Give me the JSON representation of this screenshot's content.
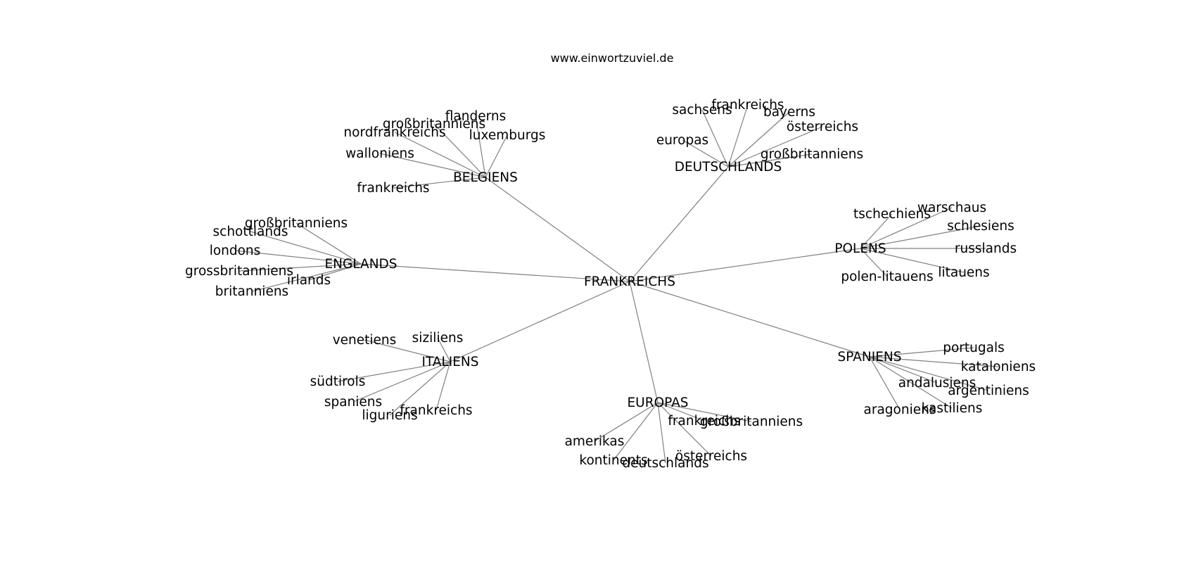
{
  "header": {
    "site": "www.einwortzuviel.de"
  },
  "graph": {
    "root": "FRANKREICHS",
    "clusters": [
      {
        "hub": "BELGIENS",
        "leaves": [
          "flanderns",
          "großbritanniens",
          "nordfrankreichs",
          "luxemburgs",
          "walloniens",
          "frankreichs"
        ]
      },
      {
        "hub": "DEUTSCHLANDS",
        "leaves": [
          "frankreichs",
          "sachsens",
          "bayerns",
          "österreichs",
          "europas",
          "großbritanniens"
        ]
      },
      {
        "hub": "ENGLANDS",
        "leaves": [
          "großbritanniens",
          "schottlands",
          "londons",
          "grossbritanniens",
          "irlands",
          "britanniens"
        ]
      },
      {
        "hub": "POLENS",
        "leaves": [
          "warschaus",
          "tschechiens",
          "schlesiens",
          "russlands",
          "litauens",
          "polen-litauens"
        ]
      },
      {
        "hub": "ITALIENS",
        "leaves": [
          "siziliens",
          "venetiens",
          "südtirols",
          "spaniens",
          "liguriens",
          "frankreichs"
        ]
      },
      {
        "hub": "SPANIENS",
        "leaves": [
          "portugals",
          "kataloniens",
          "andalusiens",
          "argentiniens",
          "aragoniens",
          "kastiliens"
        ]
      },
      {
        "hub": "EUROPAS",
        "leaves": [
          "frankreichs",
          "großbritanniens",
          "amerikas",
          "österreichs",
          "kontinents",
          "deutschlands"
        ]
      }
    ]
  }
}
